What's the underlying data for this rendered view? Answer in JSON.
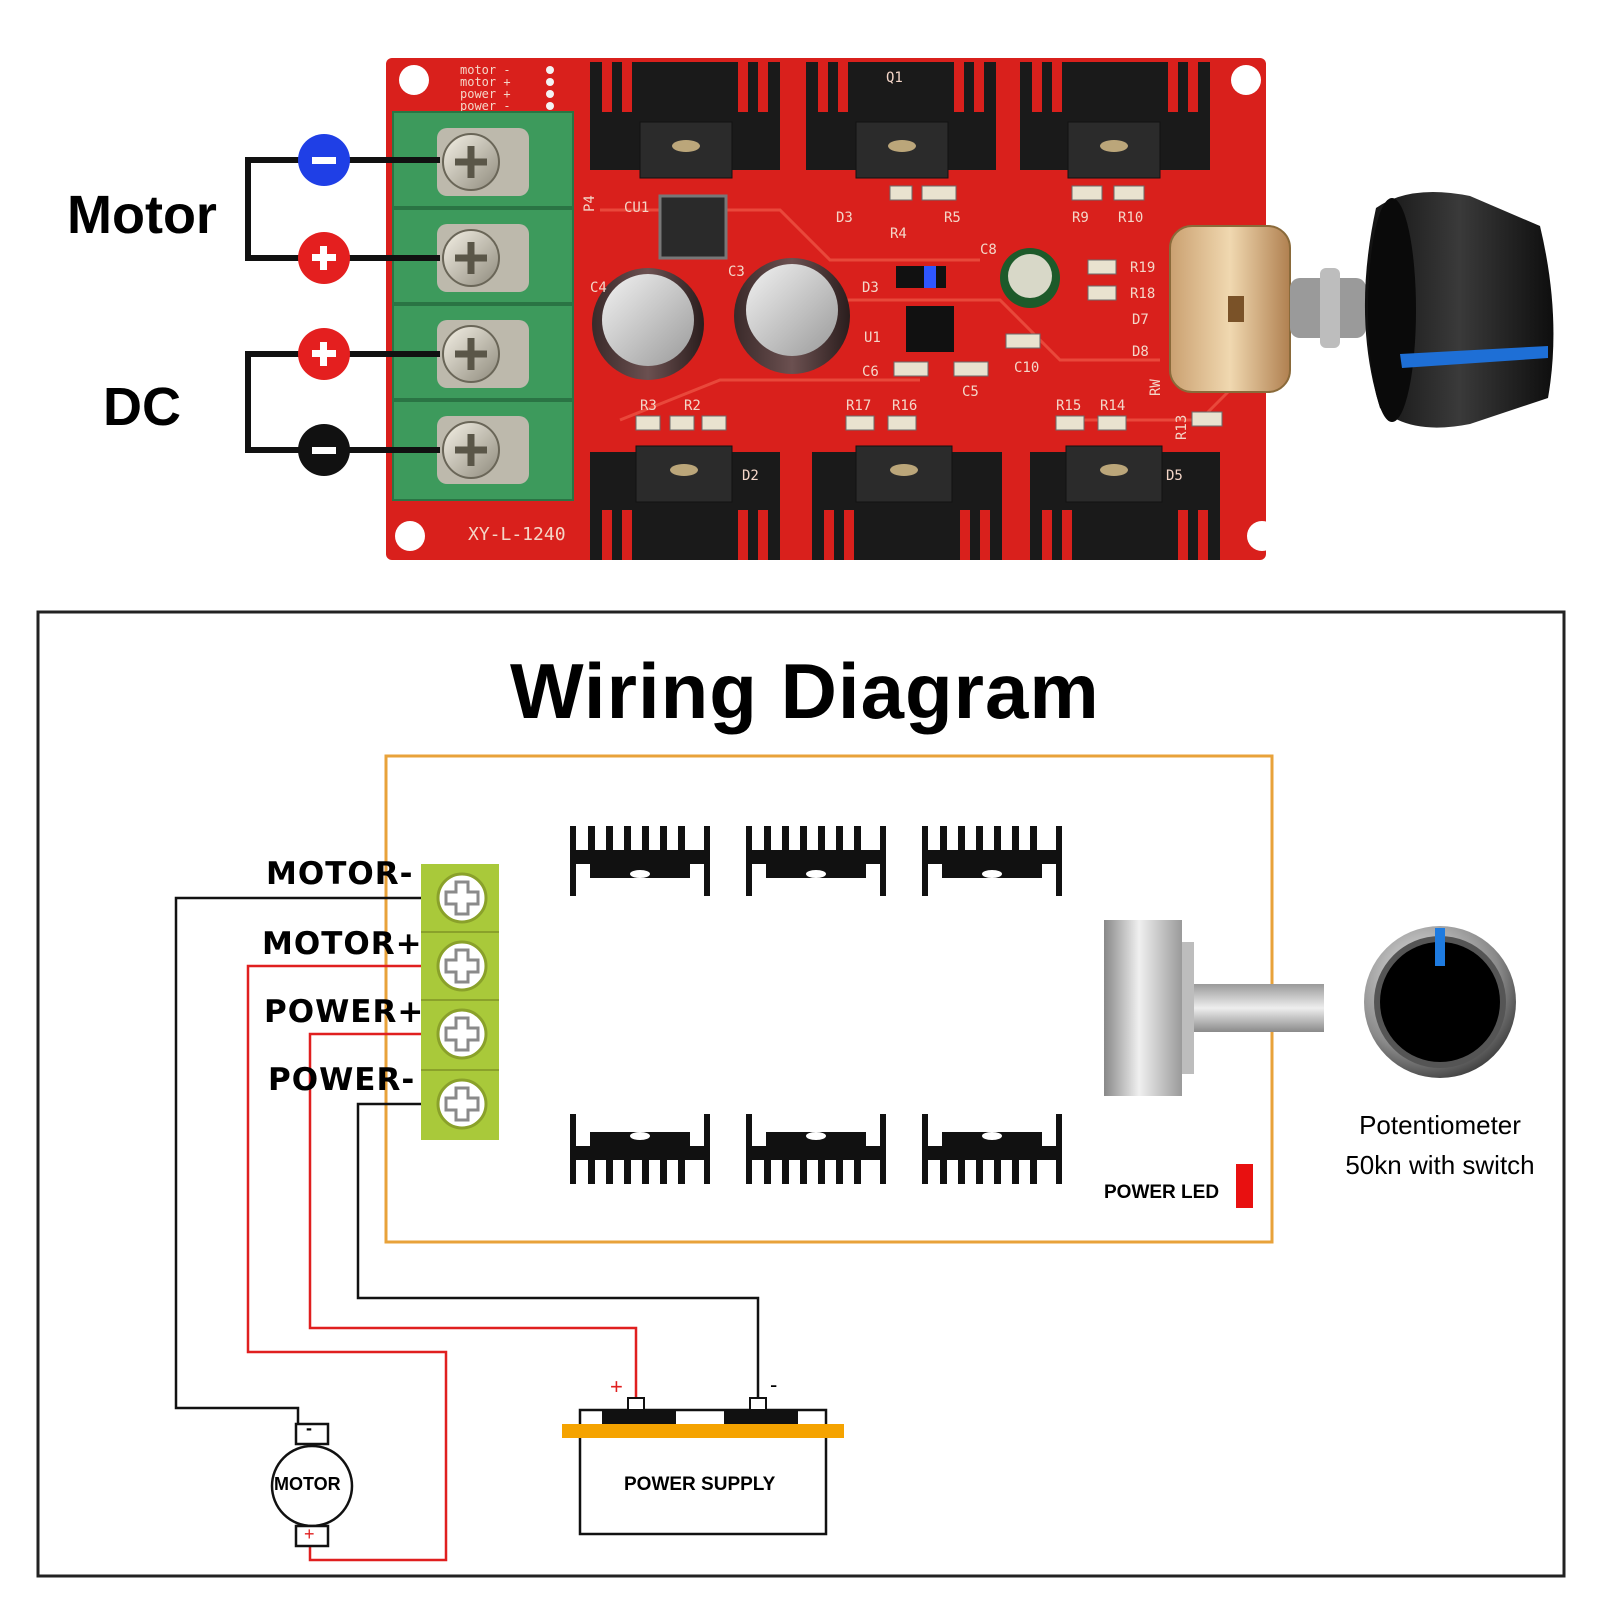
{
  "photo": {
    "motor_label": "Motor",
    "dc_label": "DC",
    "board_model": "XY-L-1240",
    "pin_labels": [
      "motor -",
      "motor +",
      "power +",
      "power -"
    ],
    "silkscreen": [
      "Q1",
      "D3",
      "R5",
      "R4",
      "R9",
      "R10",
      "P4",
      "CU1",
      "C3",
      "C4",
      "C8",
      "D3",
      "U1",
      "C6",
      "C5",
      "C10",
      "R19",
      "R18",
      "D7",
      "D8",
      "RW",
      "R3",
      "R2",
      "R17",
      "R16",
      "R15",
      "R14",
      "R13",
      "D2",
      "D5"
    ],
    "colors": {
      "board": "#d9201c",
      "terminal": "#3d9a5c",
      "minus_marker": "#1f3fe6",
      "plus_marker": "#e41f1f",
      "black_marker": "#111111"
    }
  },
  "diagram": {
    "title": "Wiring Diagram",
    "terminals": [
      "MOTOR-",
      "MOTOR+",
      "POWER+",
      "POWER-"
    ],
    "power_led_label": "POWER LED",
    "potentiometer_line1": "Potentiometer",
    "potentiometer_line2": "50kn with switch",
    "motor_label": "MOTOR",
    "motor_minus": "-",
    "motor_plus": "+",
    "supply_label": "POWER SUPPLY",
    "supply_plus": "+",
    "supply_minus": "-",
    "colors": {
      "frame": "#e8a23a",
      "terminal_block": "#a9c93a",
      "red_wire": "#e01f1f",
      "black_wire": "#111111",
      "led": "#e81010",
      "supply_band": "#f5a300"
    }
  }
}
